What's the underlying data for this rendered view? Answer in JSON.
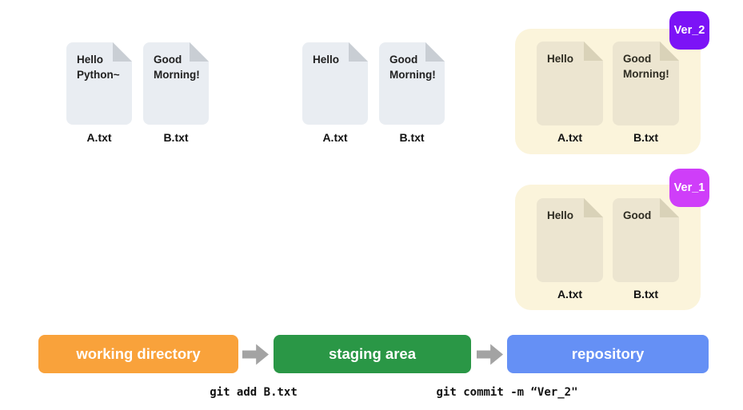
{
  "working_directory": {
    "files": [
      {
        "content": "Hello\nPython~",
        "label": "A.txt"
      },
      {
        "content": "Good\nMorning!",
        "label": "B.txt"
      }
    ]
  },
  "staging_area": {
    "files": [
      {
        "content": "Hello",
        "label": "A.txt"
      },
      {
        "content": "Good\nMorning!",
        "label": "B.txt"
      }
    ]
  },
  "repository": {
    "versions": [
      {
        "badge": "Ver_2",
        "badge_color": "#7c13f6",
        "files": [
          {
            "content": "Hello",
            "label": "A.txt"
          },
          {
            "content": "Good\nMorning!",
            "label": "B.txt"
          }
        ]
      },
      {
        "badge": "Ver_1",
        "badge_color": "#cf3ef9",
        "files": [
          {
            "content": "Hello",
            "label": "A.txt"
          },
          {
            "content": "Good",
            "label": "B.txt"
          }
        ]
      }
    ]
  },
  "pipeline": {
    "stages": [
      {
        "label": "working directory",
        "color": "#f9a23b"
      },
      {
        "label": "staging area",
        "color": "#2a9746"
      },
      {
        "label": "repository",
        "color": "#6590f5"
      }
    ],
    "arrow_color": "#a3a3a3"
  },
  "commands": [
    {
      "text": "git add B.txt"
    },
    {
      "text": "git commit -m “Ver_2\""
    }
  ],
  "colors": {
    "document_page": "#e9edf2",
    "document_fold": "#c9ced4",
    "version_box_background": "#fbf4db",
    "version_document_page": "#ece5d0",
    "version_document_fold": "#d9d2b8",
    "background": "#ffffff"
  }
}
